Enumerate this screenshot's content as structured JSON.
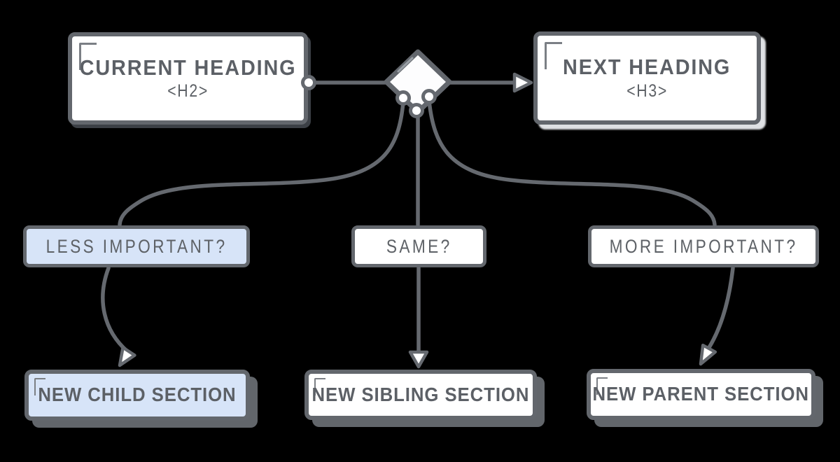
{
  "nodes": {
    "current_heading": {
      "title": "CURRENT HEADING",
      "subtitle": "<H2>"
    },
    "next_heading": {
      "title": "NEXT HEADING",
      "subtitle": "<H3>"
    },
    "less_important": {
      "label": "LESS IMPORTANT?"
    },
    "same": {
      "label": "SAME?"
    },
    "more_important": {
      "label": "MORE IMPORTANT?"
    },
    "new_child": {
      "label": "NEW CHILD SECTION"
    },
    "new_sibling": {
      "label": "NEW SIBLING SECTION"
    },
    "new_parent": {
      "label": "NEW PARENT SECTION"
    }
  },
  "edges": [
    {
      "from": "current-heading",
      "to": "decision-diamond",
      "style": "line-with-port-dot"
    },
    {
      "from": "decision-diamond",
      "to": "next-heading",
      "style": "arrow"
    },
    {
      "from": "decision-diamond",
      "to": "less-important",
      "style": "curve"
    },
    {
      "from": "decision-diamond",
      "to": "same",
      "style": "straight"
    },
    {
      "from": "decision-diamond",
      "to": "more-important",
      "style": "curve"
    },
    {
      "from": "less-important",
      "to": "new-child",
      "style": "curved-arrow"
    },
    {
      "from": "same",
      "to": "new-sibling",
      "style": "straight-arrow"
    },
    {
      "from": "more-important",
      "to": "new-parent",
      "style": "curved-arrow"
    }
  ],
  "colors": {
    "background": "#000000",
    "line": "#65696f",
    "text": "#5c6066",
    "node_fill": "#ffffff",
    "highlight_fill": "#d7e4f8",
    "shadow_dark": "#62666b",
    "shadow_light": "#dfe1e4"
  }
}
